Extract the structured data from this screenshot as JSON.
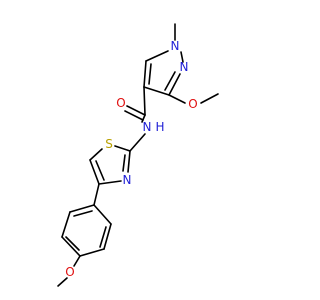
{
  "molecule": {
    "atoms": [
      {
        "id": "n1_methyl",
        "text": "",
        "color": "#000000"
      },
      {
        "id": "n1",
        "text": "N",
        "color": "#1f1fd6"
      },
      {
        "id": "n2",
        "text": "N",
        "color": "#1f1fd6"
      },
      {
        "id": "o_methoxy_pyrazole",
        "text": "O",
        "color": "#e01010"
      },
      {
        "id": "o_carbonyl",
        "text": "O",
        "color": "#e01010"
      },
      {
        "id": "nh_amide",
        "text": "N",
        "color": "#1f1fd6"
      },
      {
        "id": "h_amide",
        "text": "H",
        "color": "#1f1fd6"
      },
      {
        "id": "s_thiazole",
        "text": "S",
        "color": "#b8a000"
      },
      {
        "id": "n_thiazole",
        "text": "N",
        "color": "#1f1fd6"
      },
      {
        "id": "o_methoxy_phenyl",
        "text": "O",
        "color": "#e01010"
      }
    ]
  }
}
